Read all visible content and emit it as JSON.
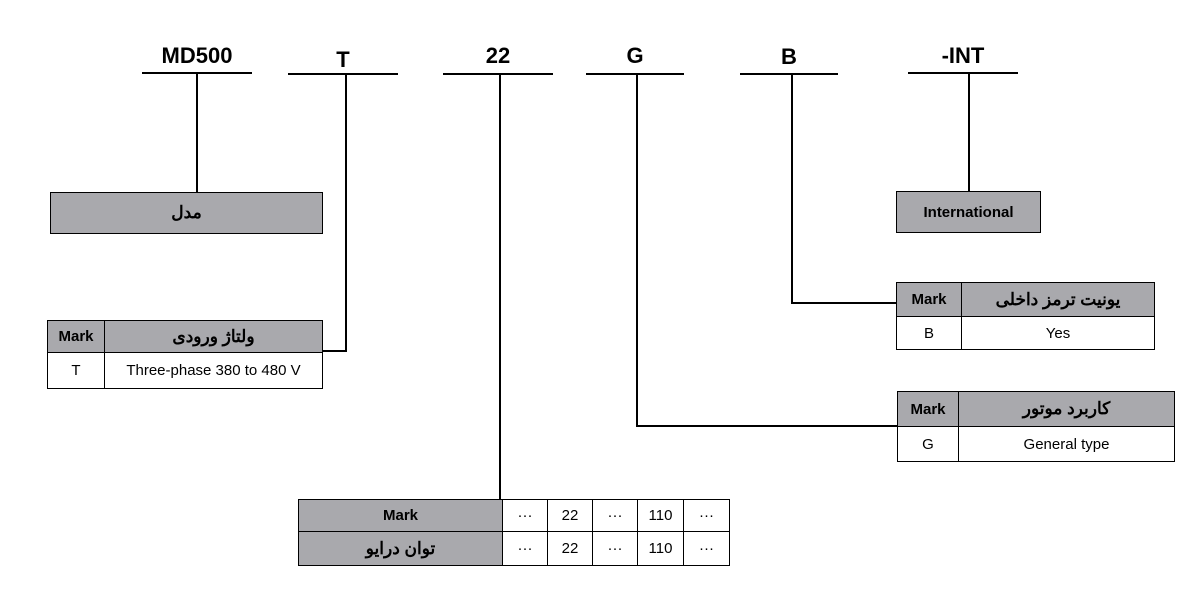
{
  "code_segments": {
    "model": "MD500",
    "voltage": "T",
    "power": "22",
    "usage": "G",
    "brake": "B",
    "region": "-INT"
  },
  "model_box": {
    "label": "مدل"
  },
  "international_box": {
    "label": "International"
  },
  "voltage_table": {
    "header_mark": "Mark",
    "header_title": "ولتاژ ورودی",
    "mark": "T",
    "value": "Three-phase 380 to 480 V"
  },
  "brake_table": {
    "header_mark": "Mark",
    "header_title": "یونیت ترمز داخلی",
    "mark": "B",
    "value": "Yes"
  },
  "usage_table": {
    "header_mark": "Mark",
    "header_title": "کاربرد موتور",
    "mark": "G",
    "value": "General type"
  },
  "power_table": {
    "row_mark_label": "Mark",
    "row_power_label": "توان درایو",
    "mark_values": [
      "···",
      "22",
      "···",
      "110",
      "···"
    ],
    "power_values": [
      "···",
      "22",
      "···",
      "110",
      "···"
    ]
  }
}
